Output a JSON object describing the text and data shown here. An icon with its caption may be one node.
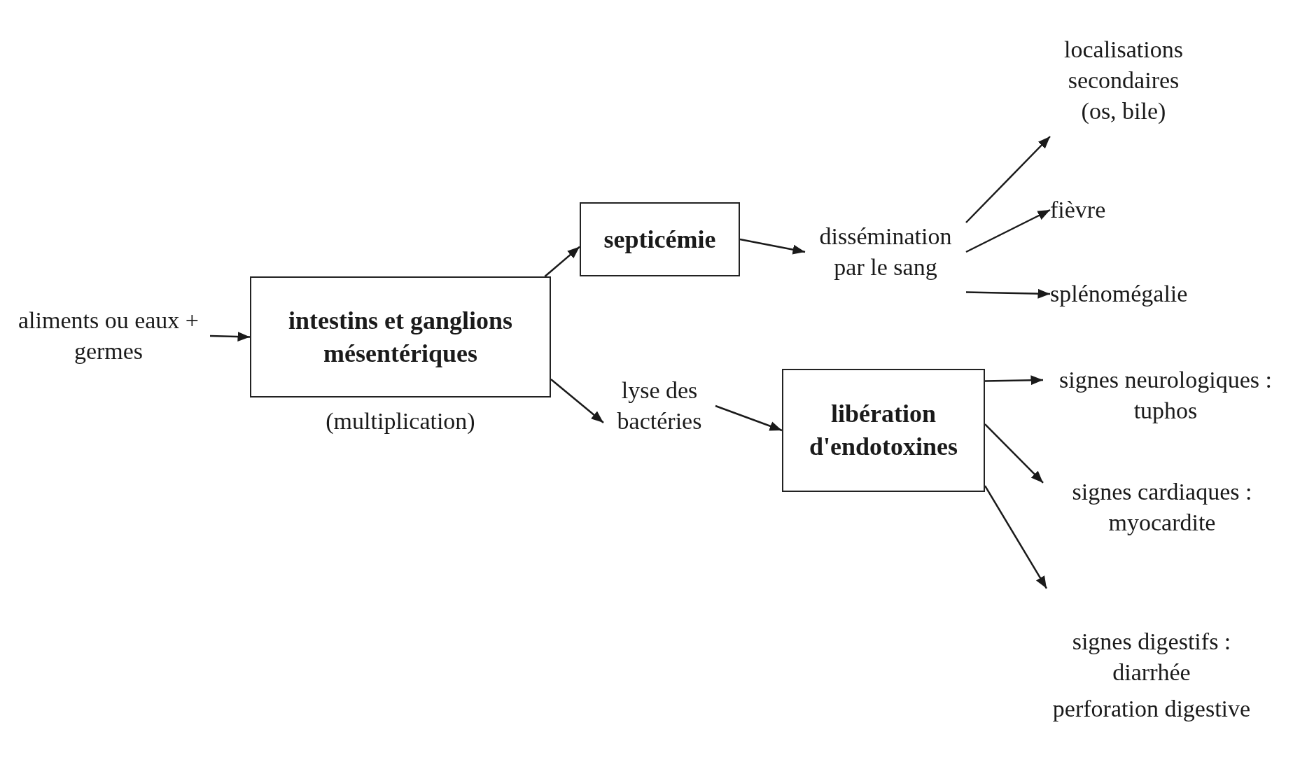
{
  "diagram": {
    "nodes": [
      {
        "text": [
          "aliments ou eaux + germes"
        ]
      },
      {
        "text": [
          "intestins et ganglions mésentériques"
        ],
        "beside": [
          "(multiplication)"
        ]
      },
      {
        "text": [
          "septicémie"
        ]
      },
      {
        "text": [
          "dissémination par le sang"
        ]
      },
      {
        "text": [
          "lyse des bactéries"
        ]
      },
      {
        "text": [
          "libération d'endotoxines"
        ]
      },
      {
        "text": [
          "localisations secondaires (os, bile)"
        ]
      },
      {
        "text": [
          "fièvre"
        ]
      },
      {
        "text": [
          "splénomégalie"
        ]
      },
      {
        "text": [
          "signes neurologiques : tuphos"
        ]
      },
      {
        "text": [
          "signes cardiaques : myocardite"
        ]
      },
      {
        "text": [
          "signes digestifs : diarrhée",
          "perforation digestive"
        ]
      }
    ],
    "edges": [
      {
        "from": 0,
        "to": 1,
        "arrow": "to"
      },
      {
        "from": 1,
        "to": 2,
        "arrow": "to"
      },
      {
        "from": 1,
        "to": 4,
        "arrow": "to"
      },
      {
        "from": 2,
        "to": 3,
        "arrow": "to"
      },
      {
        "from": 3,
        "to": 6,
        "arrow": "to"
      },
      {
        "from": 3,
        "to": 7,
        "arrow": "to"
      },
      {
        "from": 3,
        "to": 8,
        "arrow": "to"
      },
      {
        "from": 4,
        "to": 5,
        "arrow": "to"
      },
      {
        "from": 5,
        "to": 9,
        "arrow": "to"
      },
      {
        "from": 5,
        "to": 10,
        "arrow": "to"
      },
      {
        "from": 5,
        "to": 11,
        "arrow": "to"
      }
    ]
  }
}
